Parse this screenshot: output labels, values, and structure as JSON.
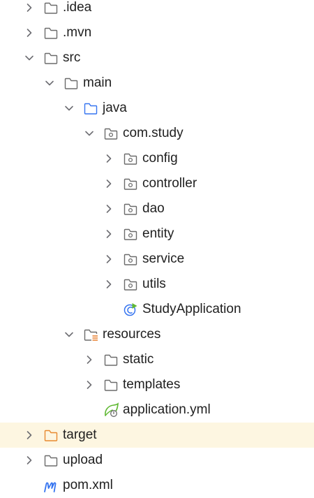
{
  "project_tree": {
    "accent_highlight": "#fdf6e1",
    "nodes": [
      {
        "label": ".idea",
        "icon": "folder-icon",
        "state": "collapsed"
      },
      {
        "label": ".mvn",
        "icon": "folder-icon",
        "state": "collapsed"
      },
      {
        "label": "src",
        "icon": "folder-icon",
        "state": "expanded"
      },
      {
        "label": "main",
        "icon": "folder-icon",
        "state": "expanded"
      },
      {
        "label": "java",
        "icon": "source-folder-icon",
        "state": "expanded"
      },
      {
        "label": "com.study",
        "icon": "package-icon",
        "state": "expanded"
      },
      {
        "label": "config",
        "icon": "package-icon",
        "state": "collapsed"
      },
      {
        "label": "controller",
        "icon": "package-icon",
        "state": "collapsed"
      },
      {
        "label": "dao",
        "icon": "package-icon",
        "state": "collapsed"
      },
      {
        "label": "entity",
        "icon": "package-icon",
        "state": "collapsed"
      },
      {
        "label": "service",
        "icon": "package-icon",
        "state": "collapsed"
      },
      {
        "label": "utils",
        "icon": "package-icon",
        "state": "collapsed"
      },
      {
        "label": "StudyApplication",
        "icon": "spring-boot-class-icon",
        "state": "leaf"
      },
      {
        "label": "resources",
        "icon": "resources-folder-icon",
        "state": "expanded"
      },
      {
        "label": "static",
        "icon": "folder-icon",
        "state": "collapsed"
      },
      {
        "label": "templates",
        "icon": "folder-icon",
        "state": "collapsed"
      },
      {
        "label": "application.yml",
        "icon": "spring-config-icon",
        "state": "leaf"
      },
      {
        "label": "target",
        "icon": "excluded-folder-icon",
        "state": "collapsed",
        "highlighted": true
      },
      {
        "label": "upload",
        "icon": "folder-icon",
        "state": "collapsed"
      },
      {
        "label": "pom.xml",
        "icon": "maven-icon",
        "state": "leaf"
      }
    ]
  }
}
